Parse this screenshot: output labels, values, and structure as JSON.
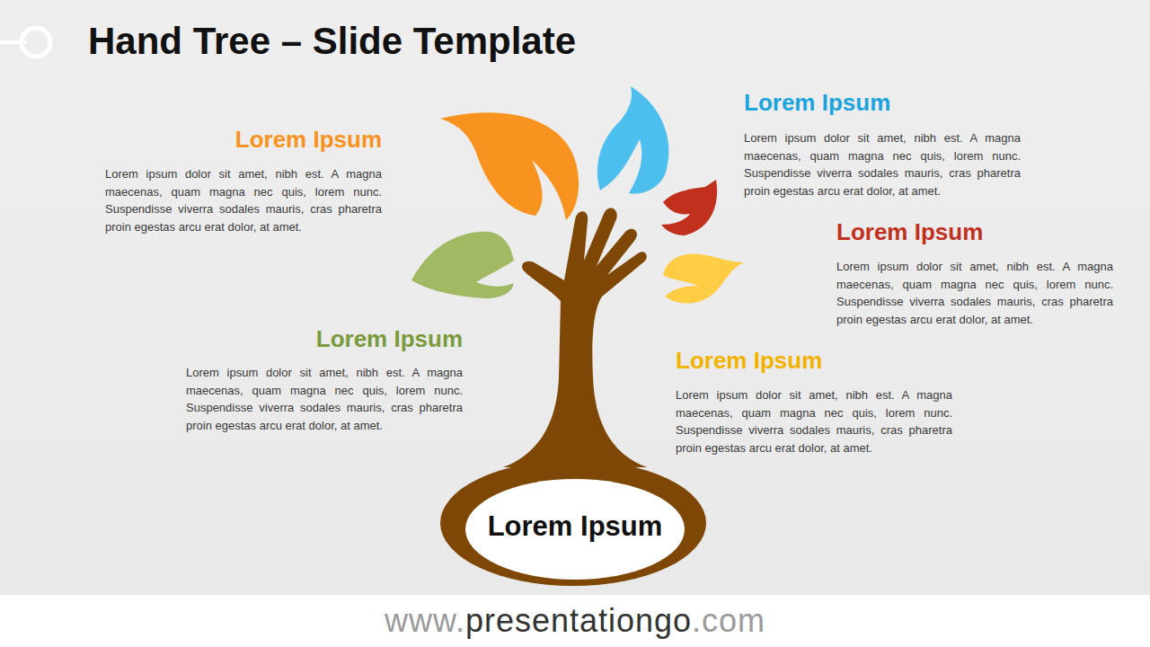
{
  "diagram": {
    "title": "Hand Tree – Slide Template",
    "nodes": [
      {
        "text": [
          "Lorem Ipsum"
        ]
      }
    ],
    "labels": [
      "Lorem Ipsum",
      "Lorem ipsum dolor sit amet, nibh est. A magna maecenas, quam magna nec quis, lorem nunc. Suspendisse viverra sodales mauris, cras pharetra proin egestas arcu erat dolor, at amet.",
      "Lorem Ipsum",
      "Lorem ipsum dolor sit amet, nibh est. A magna maecenas, quam magna nec quis, lorem nunc. Suspendisse viverra sodales mauris, cras pharetra proin egestas arcu erat dolor, at amet.",
      "Lorem Ipsum",
      "Lorem ipsum dolor sit amet, nibh est. A magna maecenas, quam magna nec quis, lorem nunc. Suspendisse viverra sodales mauris, cras pharetra proin egestas arcu erat dolor, at amet.",
      "Lorem Ipsum",
      "Lorem ipsum dolor sit amet, nibh est. A magna maecenas, quam magna nec quis, lorem nunc. Suspendisse viverra sodales mauris, cras pharetra proin egestas arcu erat dolor, at amet.",
      "Lorem Ipsum",
      "Lorem ipsum dolor sit amet, nibh est. A magna maecenas, quam magna nec quis, lorem nunc. Suspendisse viverra sodales mauris, cras pharetra proin egestas arcu erat dolor, at amet.",
      "www.",
      "presentationgo",
      ".com"
    ]
  }
}
